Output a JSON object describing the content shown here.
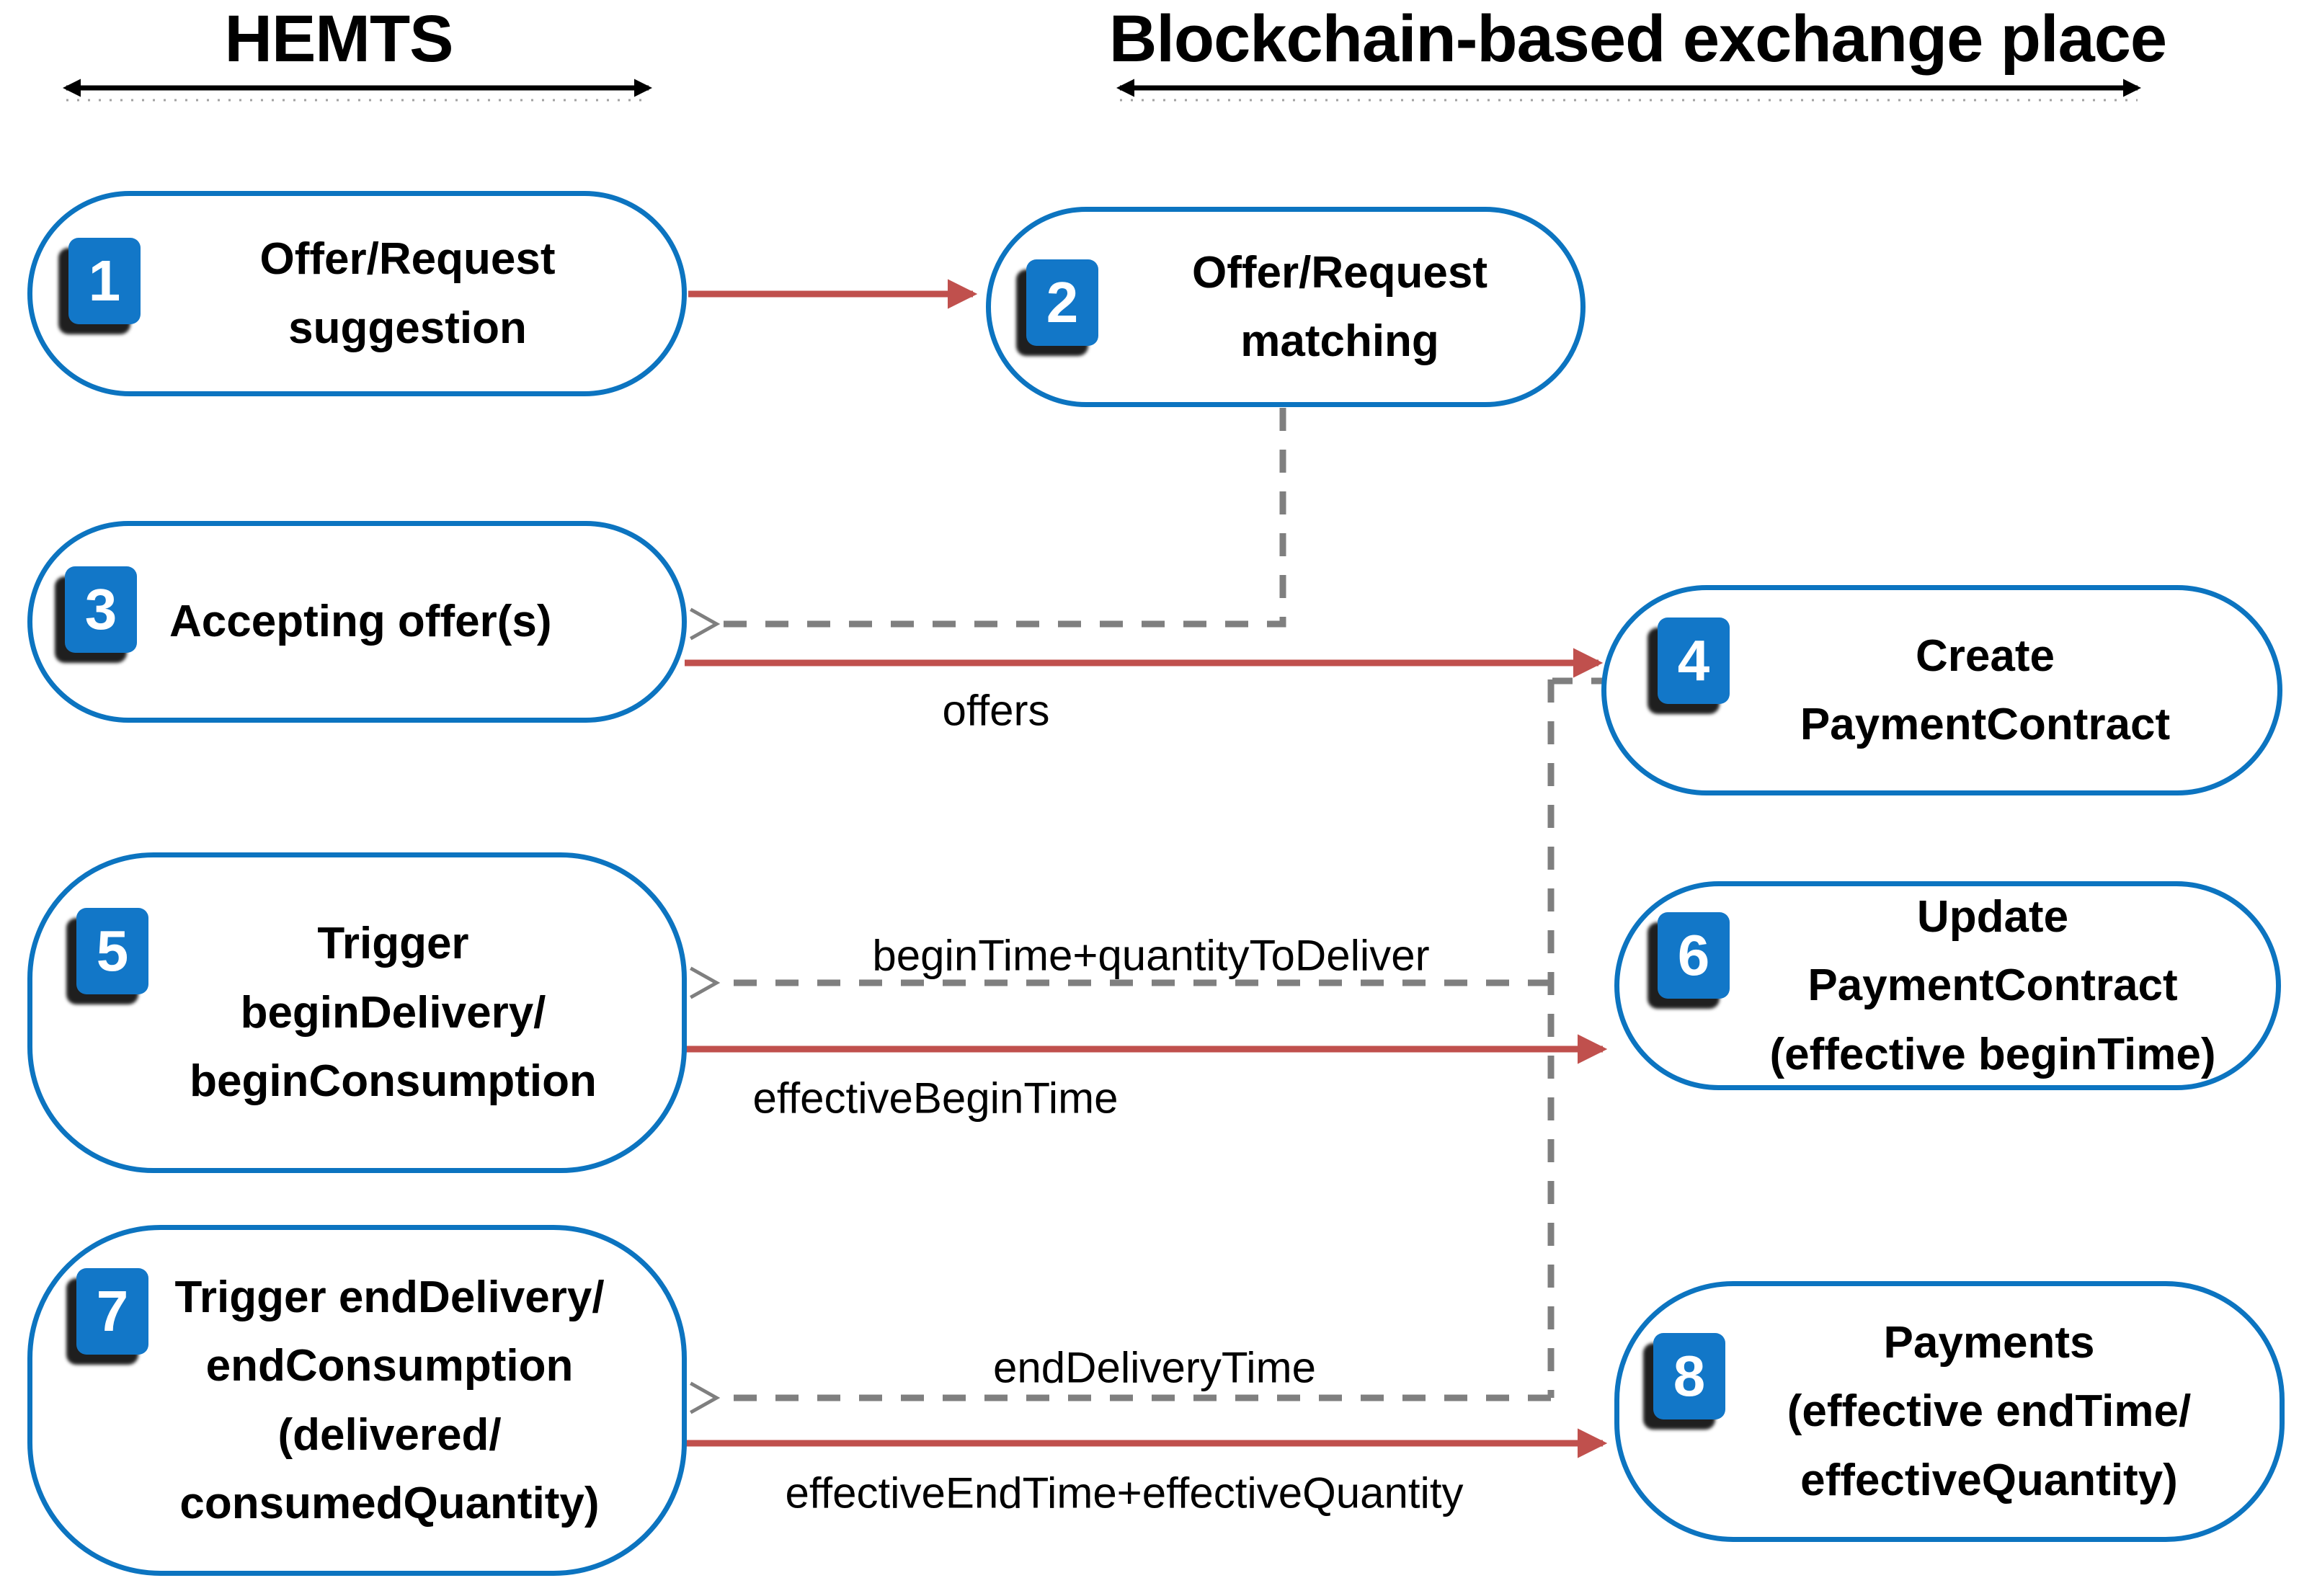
{
  "diagram": {
    "type": "interaction-flow",
    "lanes": [
      {
        "label": "HEMTS"
      },
      {
        "label": "Blockchain-based exchange place"
      }
    ],
    "colors": {
      "box_border_blue": "#0c74c0",
      "badge_blue": "#1277c8",
      "badge_number_text": "#ffffff",
      "request_arrow_red": "#c0504d",
      "response_arrow_gray": "#7f7f7f",
      "text_black": "#000000",
      "background": "#ffffff"
    },
    "boxes": [
      {
        "num": "1",
        "lane": "HEMTS",
        "lines": [
          "Offer/Request",
          "suggestion"
        ]
      },
      {
        "num": "2",
        "lane": "Blockchain-based exchange place",
        "lines": [
          "Offer/Request",
          "matching"
        ]
      },
      {
        "num": "3",
        "lane": "HEMTS",
        "lines": [
          "Accepting offer(s)"
        ]
      },
      {
        "num": "4",
        "lane": "Blockchain-based exchange place",
        "lines": [
          "Create",
          "PaymentContract"
        ]
      },
      {
        "num": "5",
        "lane": "HEMTS",
        "lines": [
          "Trigger",
          "beginDelivery/",
          "beginConsumption"
        ]
      },
      {
        "num": "6",
        "lane": "Blockchain-based exchange place",
        "lines": [
          "Update",
          "PaymentContract",
          "(effective beginTime)"
        ]
      },
      {
        "num": "7",
        "lane": "HEMTS",
        "lines": [
          "Trigger endDelivery/",
          "endConsumption",
          "(delivered/",
          "consumedQuantity)"
        ]
      },
      {
        "num": "8",
        "lane": "Blockchain-based exchange place",
        "lines": [
          "Payments",
          "(effective endTime/",
          "effectiveQuantity)"
        ]
      }
    ],
    "edges": [
      {
        "from": "1",
        "to": "2",
        "style": "solid-red",
        "label": ""
      },
      {
        "from": "2",
        "to": "3",
        "style": "dashed-gray",
        "label": ""
      },
      {
        "from": "3",
        "to": "4",
        "style": "solid-red",
        "label": "offers"
      },
      {
        "from": "4",
        "to": "5",
        "style": "dashed-gray",
        "label": "beginTime+quantityToDeliver"
      },
      {
        "from": "5",
        "to": "6",
        "style": "solid-red",
        "label": "effectiveBeginTime"
      },
      {
        "from": "6",
        "to": "7",
        "style": "dashed-gray",
        "label": "endDeliveryTime"
      },
      {
        "from": "7",
        "to": "8",
        "style": "solid-red",
        "label": "effectiveEndTime+effectiveQuantity"
      }
    ],
    "edge_labels": {
      "offers": "offers",
      "begin_request": "beginTime+quantityToDeliver",
      "begin_response": "effectiveBeginTime",
      "end_request": "endDeliveryTime",
      "end_response": "effectiveEndTime+effectiveQuantity"
    }
  }
}
